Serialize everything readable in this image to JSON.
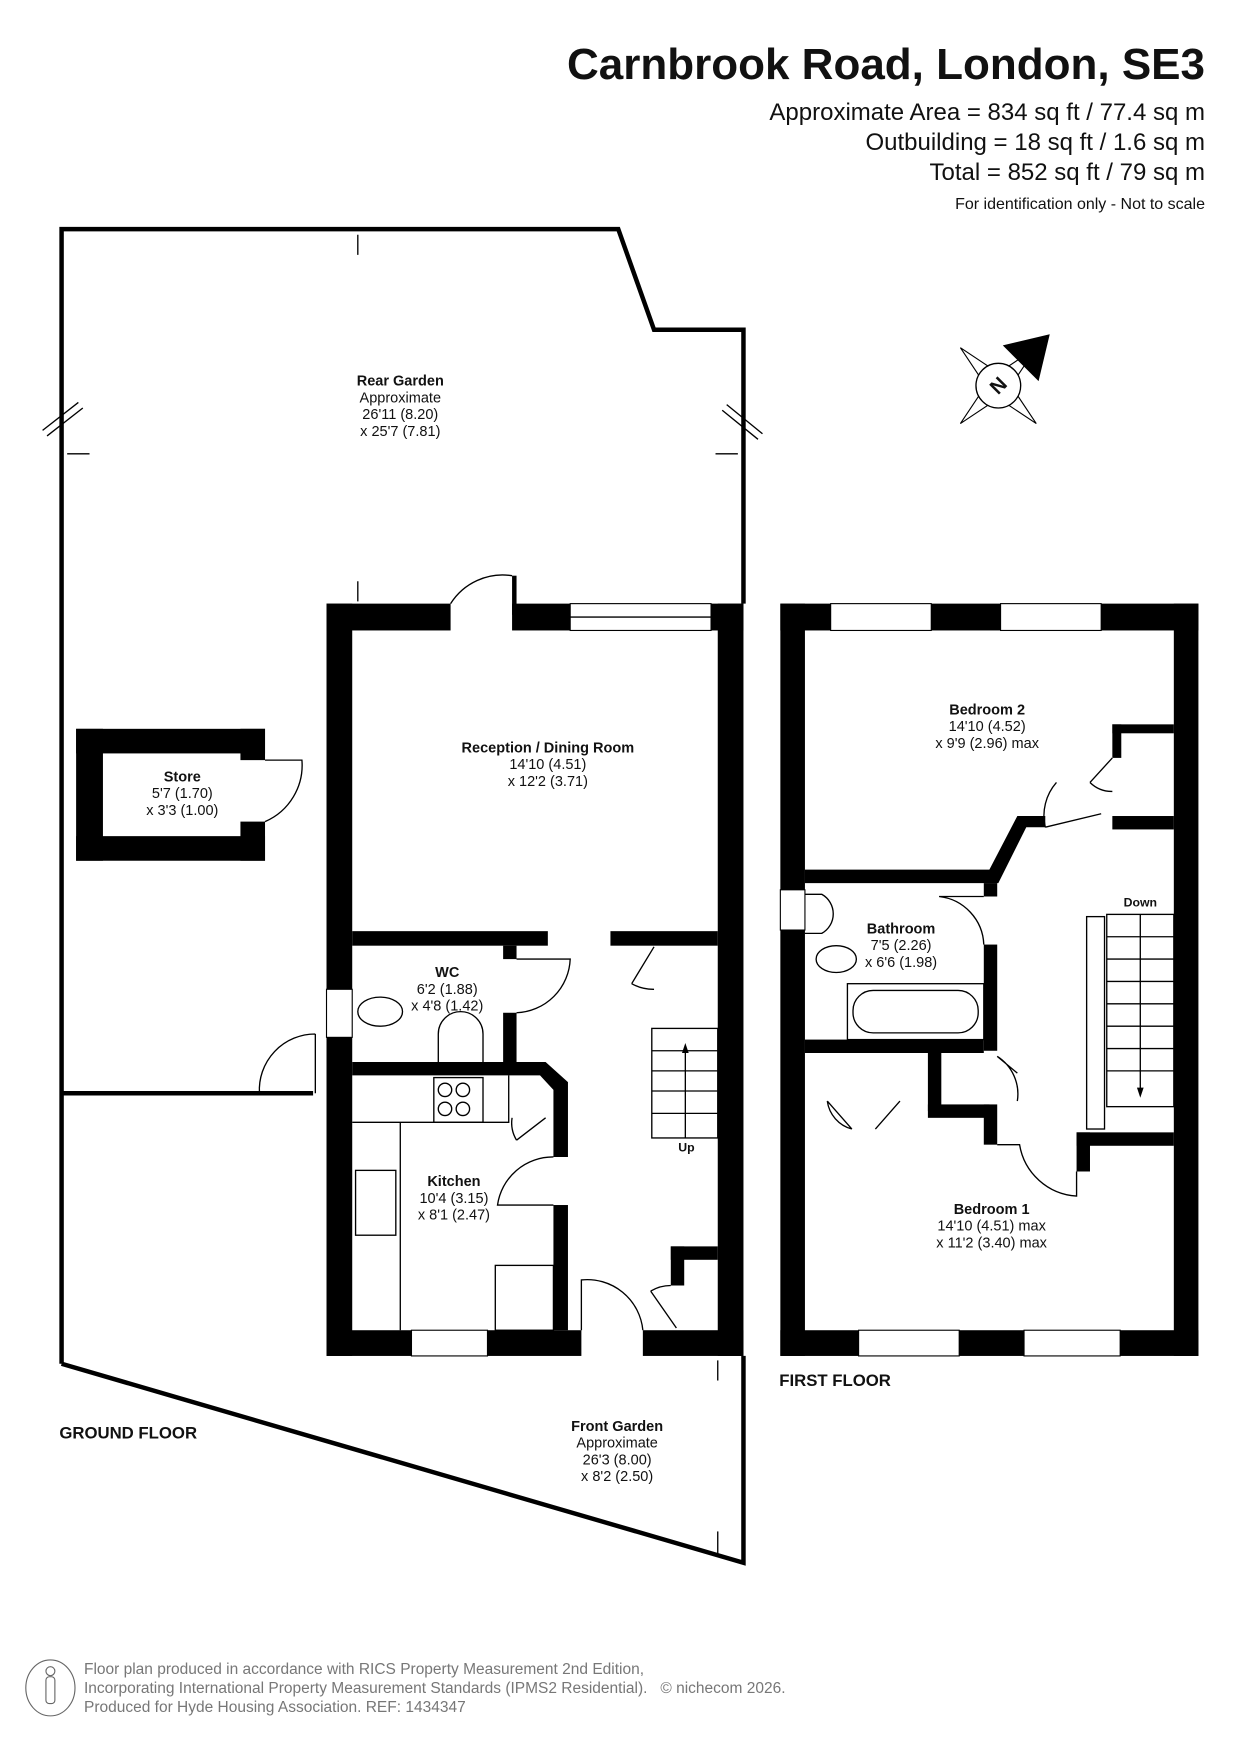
{
  "header": {
    "title": "Carnbrook Road, London, SE3",
    "areas": [
      "Approximate Area = 834 sq ft / 77.4 sq m",
      "Outbuilding = 18 sq ft / 1.6 sq m",
      "Total = 852 sq ft / 79 sq m"
    ],
    "note": "For identification only - Not to scale"
  },
  "rooms": {
    "rear_garden": {
      "name": "Rear Garden",
      "lines": [
        "Approximate",
        "26'11 (8.20)",
        "x 25'7 (7.81)"
      ]
    },
    "store": {
      "name": "Store",
      "lines": [
        "5'7 (1.70)",
        "x 3'3 (1.00)"
      ]
    },
    "reception": {
      "name": "Reception / Dining Room",
      "lines": [
        "14'10 (4.51)",
        "x 12'2 (3.71)"
      ]
    },
    "wc": {
      "name": "WC",
      "lines": [
        "6'2 (1.88)",
        "x 4'8 (1.42)"
      ]
    },
    "kitchen": {
      "name": "Kitchen",
      "lines": [
        "10'4 (3.15)",
        "x 8'1 (2.47)"
      ]
    },
    "front_garden": {
      "name": "Front Garden",
      "lines": [
        "Approximate",
        "26'3 (8.00)",
        "x 8'2 (2.50)"
      ]
    },
    "bedroom2": {
      "name": "Bedroom 2",
      "lines": [
        "14'10 (4.52)",
        "x 9'9 (2.96) max"
      ]
    },
    "bathroom": {
      "name": "Bathroom",
      "lines": [
        "7'5 (2.26)",
        "x 6'6 (1.98)"
      ]
    },
    "bedroom1": {
      "name": "Bedroom 1",
      "lines": [
        "14'10 (4.51) max",
        "x 11'2 (3.40) max"
      ]
    }
  },
  "labels": {
    "up": "Up",
    "down": "Down",
    "ground_floor": "GROUND FLOOR",
    "first_floor": "FIRST FLOOR",
    "compass": "N"
  },
  "footer": {
    "lines": [
      "Floor plan produced in accordance with RICS Property Measurement 2nd Edition,",
      "Incorporating International Property Measurement Standards (IPMS2 Residential).",
      "Produced for Hyde Housing Association.  REF: 1434347"
    ],
    "copyright": "© nichecom 2026."
  }
}
